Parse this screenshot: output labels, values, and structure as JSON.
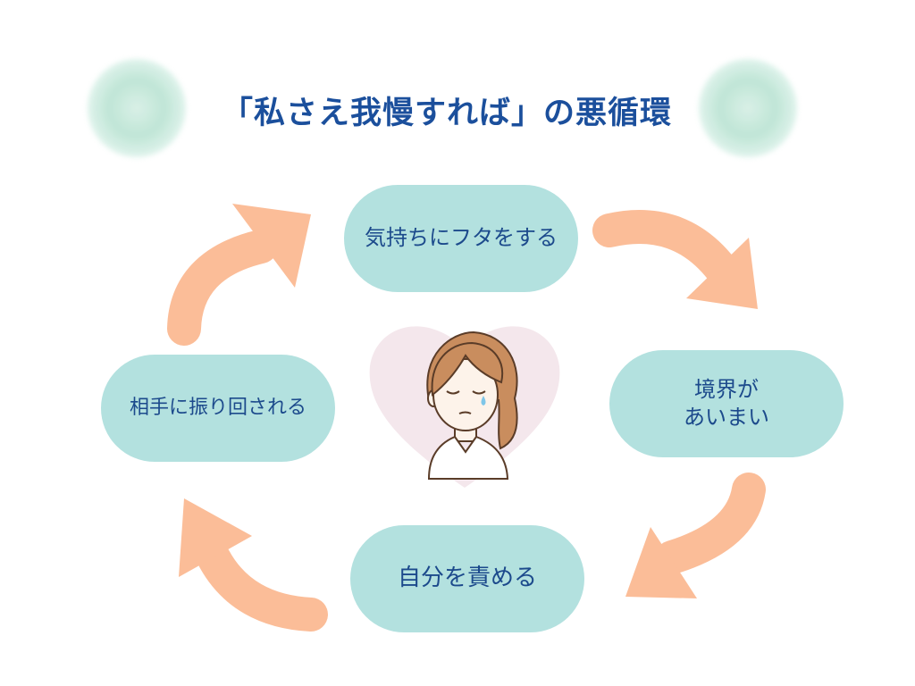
{
  "title": "「私さえ我慢すれば」の悪循環",
  "cycle": {
    "top": {
      "label": "気持ちにフタをする"
    },
    "right": {
      "lines": [
        "境界が",
        "あいまい"
      ]
    },
    "bottom": {
      "label": "自分を責める"
    },
    "left": {
      "label": "相手に振り回される"
    }
  },
  "colors": {
    "title": "#1b4f9c",
    "node_fill": "#b3e1df",
    "node_text": "#1c4a8c",
    "arrow": "#fbbd98",
    "heart": "#f4e7ec",
    "hair": "#c98d5e",
    "outline": "#5a3c28",
    "skin": "#fdf3ea",
    "tear": "#7fc6e8"
  },
  "center_illustration": "crying-woman-icon"
}
